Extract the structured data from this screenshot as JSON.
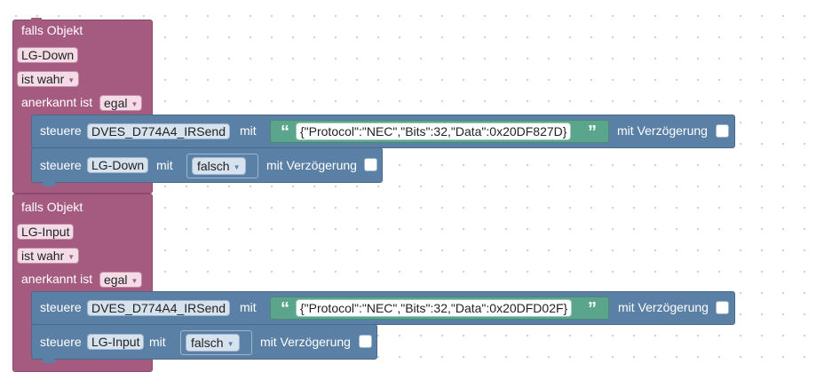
{
  "blocks": [
    {
      "condition_label": "falls Objekt",
      "object_name": "LG-Down",
      "state": "ist wahr",
      "ack_label": "anerkannt ist",
      "ack_value": "egal",
      "actions": [
        {
          "verb": "steuere",
          "target": "DVES_D774A4_IRSend",
          "with": "mit",
          "value": "{\"Protocol\":\"NEC\",\"Bits\":32,\"Data\":0x20DF827D}",
          "delay": "mit Verzögerung"
        },
        {
          "verb": "steuere",
          "target": "LG-Down",
          "with": "mit",
          "value": "falsch",
          "delay": "mit Verzögerung"
        }
      ]
    },
    {
      "condition_label": "falls Objekt",
      "object_name": "LG-Input",
      "state": "ist wahr",
      "ack_label": "anerkannt ist",
      "ack_value": "egal",
      "actions": [
        {
          "verb": "steuere",
          "target": "DVES_D774A4_IRSend",
          "with": "mit",
          "value": "{\"Protocol\":\"NEC\",\"Bits\":32,\"Data\":0x20DFD02F}",
          "delay": "mit Verzögerung"
        },
        {
          "verb": "steuere",
          "target": "LG-Input",
          "with": "mit",
          "value": "falsch",
          "delay": "mit Verzögerung"
        }
      ]
    }
  ],
  "glyphs": {
    "dropdown": "▼",
    "quote_open": "“",
    "quote_close": "”"
  },
  "colors": {
    "trigger": "#a55b80",
    "action": "#5b80a5",
    "text_block": "#5ba58c"
  }
}
